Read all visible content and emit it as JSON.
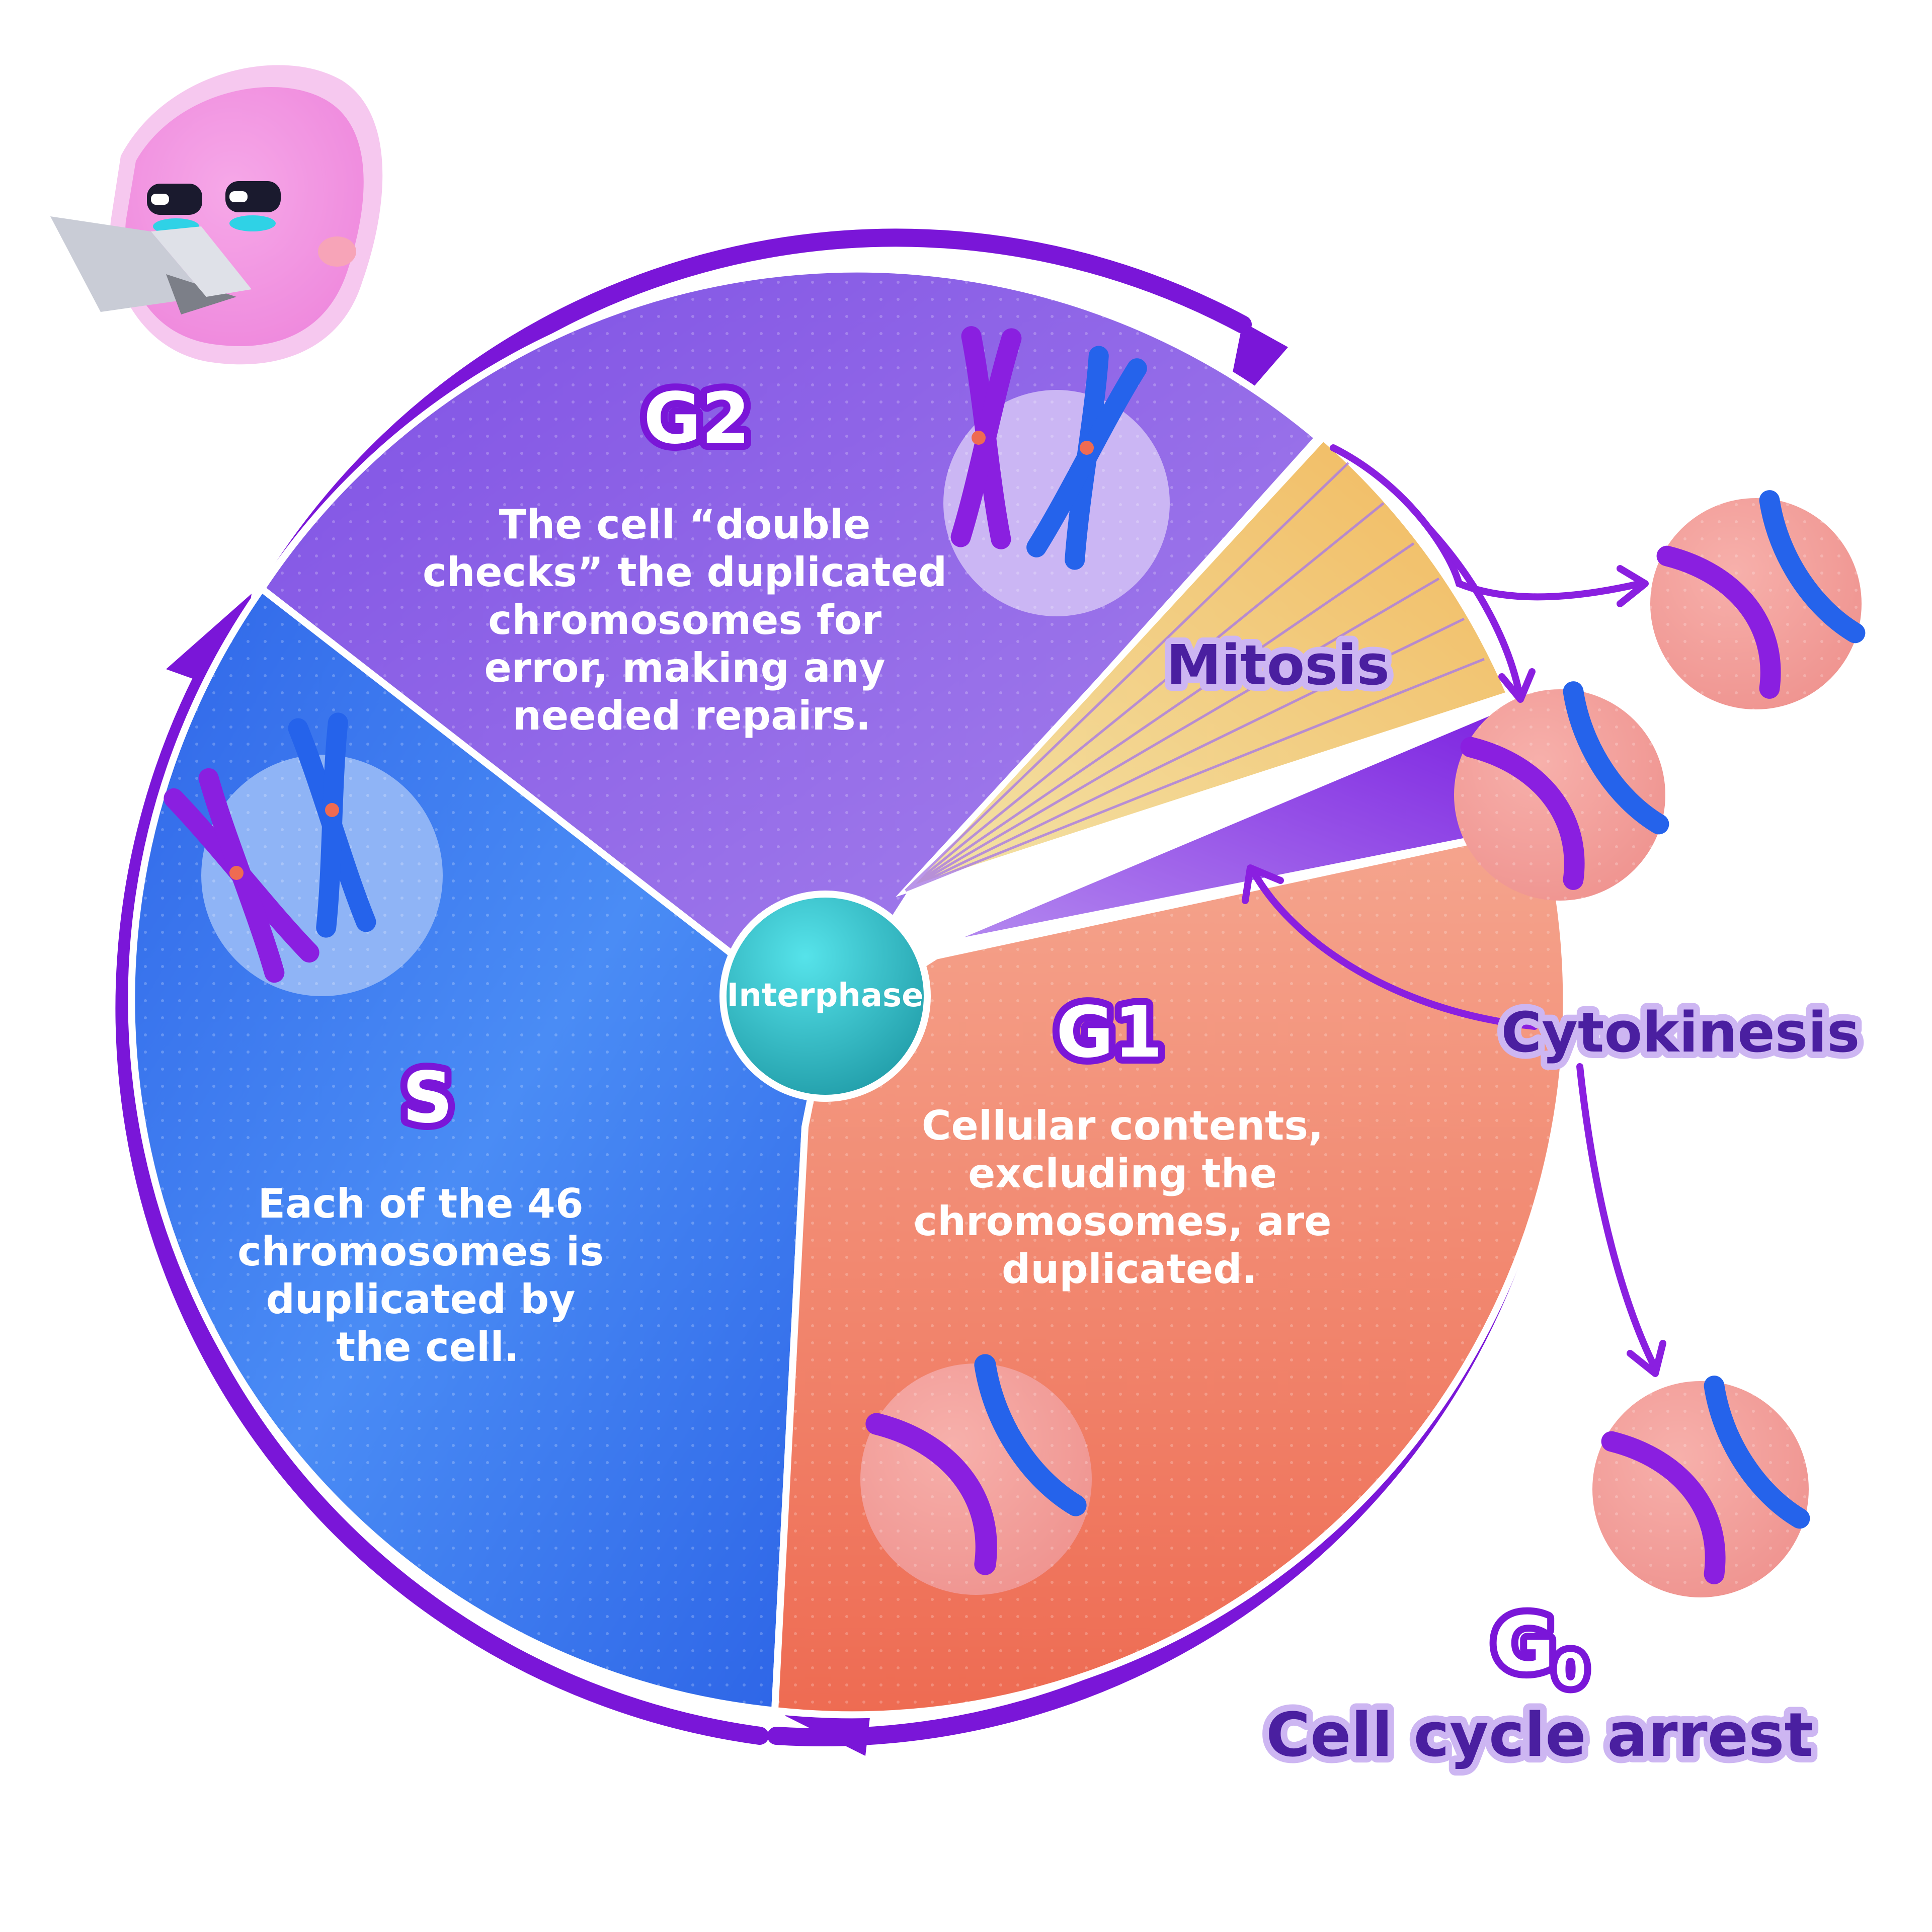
{
  "phases": {
    "g2": {
      "label": "G2",
      "description": [
        "The cell “double",
        "checks” the duplicated",
        "chromosomes for",
        "error, making any",
        "needed repairs."
      ]
    },
    "s": {
      "label": "S",
      "description": [
        "Each of the 46",
        "chromosomes is",
        "duplicated by",
        "the cell."
      ]
    },
    "g1": {
      "label": "G1",
      "description": [
        "Cellular contents,",
        "excluding the",
        "chromosomes, are",
        "duplicated."
      ]
    }
  },
  "center": {
    "label": "Interphase"
  },
  "mitosis": {
    "label": "Mitosis"
  },
  "cytokinesis": {
    "label": "Cytokinesis"
  },
  "g0": {
    "label": "G",
    "subscript": "0",
    "caption": "Cell cycle arrest"
  },
  "colors": {
    "ring": "#7a16d8",
    "g2": "#8f63e6",
    "s": "#3d7ef2",
    "g1": "#f08566",
    "mitosis": "#f2c477",
    "center": "#2fc4cf",
    "chromosome_purple": "#8a1fe0",
    "chromosome_blue": "#2563eb",
    "label_outline": "#cdb6f2"
  }
}
